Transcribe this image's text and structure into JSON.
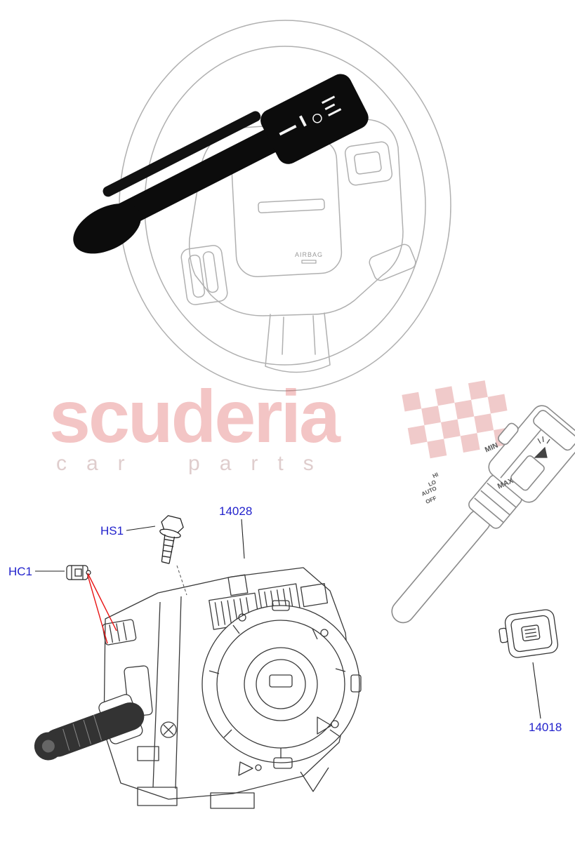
{
  "watermark": {
    "brand": "scuderia",
    "tagline": "car parts"
  },
  "labels": {
    "hs1": {
      "text": "HS1"
    },
    "hc1": {
      "text": "HC1"
    },
    "p14028": {
      "text": "14028"
    },
    "p14018": {
      "text": "14018"
    }
  },
  "wiper_stalk": {
    "min": "MIN",
    "max": "MAX",
    "hi": "HI",
    "lo": "LO",
    "auto": "AUTO",
    "off": "OFF"
  },
  "steering_wheel": {
    "airbag_label": "AIRBAG"
  },
  "colors": {
    "label_blue": "#2222cc",
    "leader_red": "#e81515",
    "watermark_pink": "#db5050",
    "drawing_gray": "#b0b0b0",
    "drawing_dark": "#3a3a3a"
  }
}
